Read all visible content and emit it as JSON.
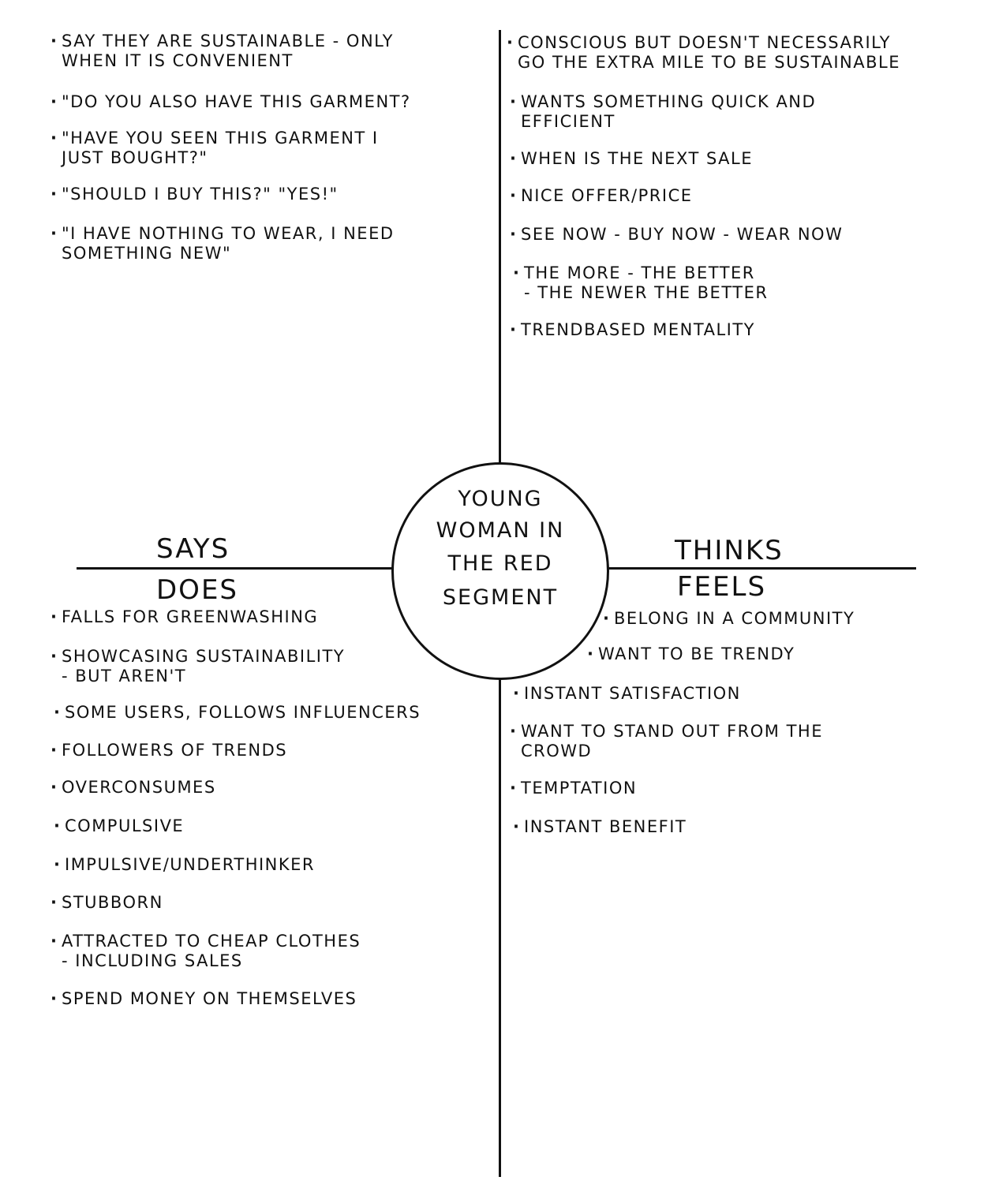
{
  "center": {
    "lines": [
      "YOUNG",
      "WOMAN IN",
      "THE RED",
      "SEGMENT"
    ]
  },
  "quadrant_labels": {
    "says": "SAYS",
    "does": "DOES",
    "thinks": "THINKS",
    "feels": "FEELS"
  },
  "says": [
    "Say they are sustainable - only\nwhen it is convenient",
    "\"Do you also have this garment?",
    "\"Have you seen this garment I\njust bought?\"",
    "\"Should I buy this?\"  \"Yes!\"",
    "\"I have nothing to wear, I need\nsomething new\""
  ],
  "thinks": [
    "Conscious but doesn't necessarily\ngo the extra mile to be sustainable",
    "Wants something quick and\nefficient",
    "When is the next sale",
    "Nice offer/price",
    "See now - buy now - wear now",
    "The more - the better\n- the newer the better",
    "Trendbased mentality"
  ],
  "does": [
    "Falls for greenwashing",
    "Showcasing sustainability\n- but aren't",
    "Some users, follows influencers",
    "Followers of trends",
    "Overconsumes",
    "Compulsive",
    "Impulsive/underthinker",
    "Stubborn",
    "Attracted to cheap clothes\n- including sales",
    "Spend money on themselves"
  ],
  "feels": [
    "Belong in a community",
    "Want to be trendy",
    "Instant satisfaction",
    "Want to stand out from the\ncrowd",
    "Temptation",
    "Instant benefit"
  ]
}
